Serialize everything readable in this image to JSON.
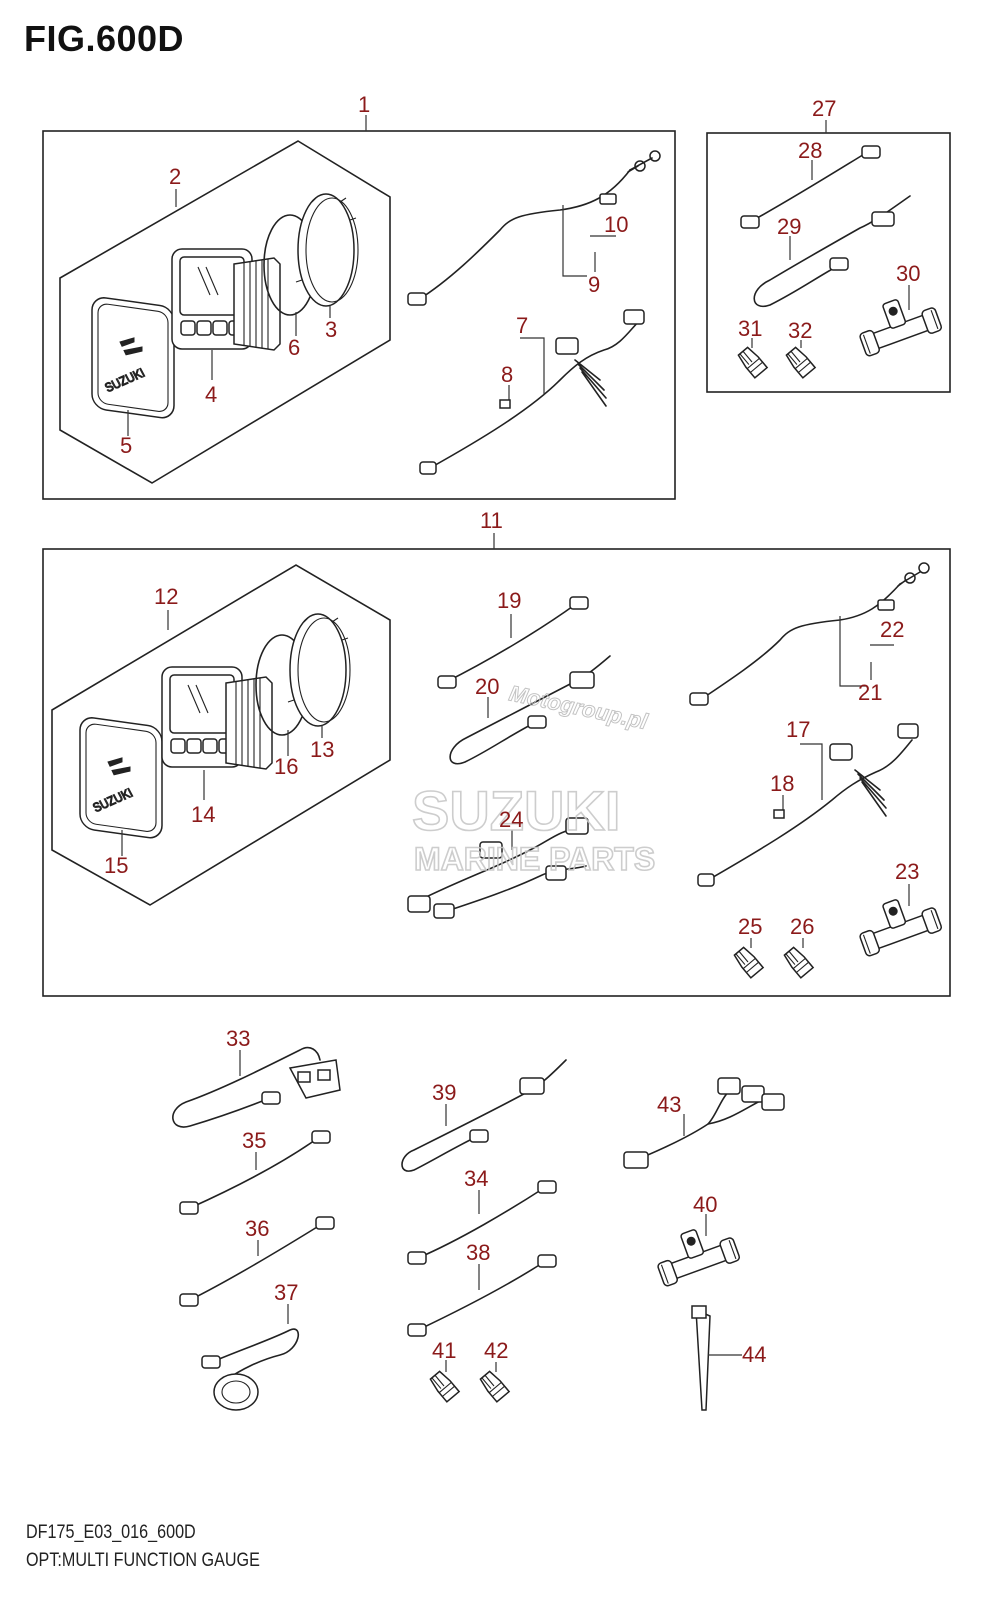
{
  "figure": {
    "title": "FIG.600D",
    "code": "DF175_E03_016_600D",
    "caption": "OPT:MULTI FUNCTION GAUGE"
  },
  "watermark": {
    "brand": "SUZUKI",
    "line2": "MARINE PARTS",
    "site": "Motogroup.pl"
  },
  "callouts": {
    "c1": "1",
    "c2": "2",
    "c3": "3",
    "c4": "4",
    "c5": "5",
    "c6": "6",
    "c7": "7",
    "c8": "8",
    "c9": "9",
    "c10": "10",
    "c11": "11",
    "c12": "12",
    "c13": "13",
    "c14": "14",
    "c15": "15",
    "c16": "16",
    "c17": "17",
    "c18": "18",
    "c19": "19",
    "c20": "20",
    "c21": "21",
    "c22": "22",
    "c23": "23",
    "c24": "24",
    "c25": "25",
    "c26": "26",
    "c27": "27",
    "c28": "28",
    "c29": "29",
    "c30": "30",
    "c31": "31",
    "c32": "32",
    "c33": "33",
    "c34": "34",
    "c35": "35",
    "c36": "36",
    "c37": "37",
    "c38": "38",
    "c39": "39",
    "c40": "40",
    "c41": "41",
    "c42": "42",
    "c43": "43",
    "c44": "44"
  },
  "bezel_logo": "SUZUKI",
  "colors": {
    "callout": "#8b1a1a",
    "line": "#222222",
    "watermark": "#c8c8c8"
  }
}
